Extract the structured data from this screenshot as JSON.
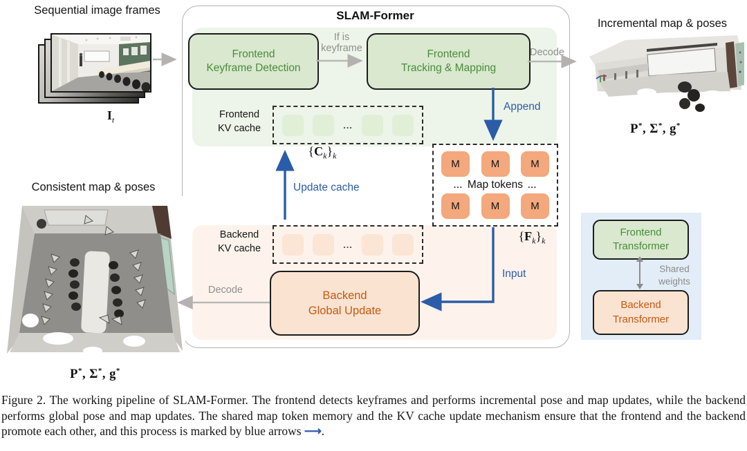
{
  "colors": {
    "green_module_fill": "#d9e8cf",
    "green_text": "#4a8c3a",
    "frontend_region_bg": "#edf4e9",
    "backend_region_bg": "#fdf3ec",
    "orange_module_fill": "#fbe3d2",
    "orange_text": "#c55a11",
    "map_token_fill": "#f3a87d",
    "frontend_kv_token_fill": "#e1efd7",
    "backend_kv_token_fill": "#fbe5d5",
    "blue_arrow": "#2b5ca8",
    "gray_arrow": "#b3b2b0",
    "legend_bg": "#e2edf7"
  },
  "header": {
    "title": "SLAM-Former"
  },
  "left_panel": {
    "seq_frames_label": "Sequential image frames",
    "consistent_label": "Consistent map & poses"
  },
  "right_panel": {
    "incremental_label": "Incremental map & poses"
  },
  "frontend": {
    "keyframe_detection": "Frontend\nKeyframe Detection",
    "tracking_mapping": "Frontend\nTracking & Mapping",
    "kv_cache_label": "Frontend\nKV cache"
  },
  "backend": {
    "global_update": "Backend\nGlobal Update",
    "kv_cache_label": "Backend\nKV cache"
  },
  "map_tokens": {
    "token": "M",
    "label": "Map tokens",
    "dots": "..."
  },
  "kv": {
    "dots": "..."
  },
  "edges": {
    "if_keyframe": "If is\nkeyframe",
    "decode": "Decode",
    "append": "Append",
    "input": "Input",
    "update_cache": "Update cache"
  },
  "legend": {
    "frontend_transformer": "Frontend\nTransformer",
    "backend_transformer": "Backend\nTransformer",
    "shared_weights": "Shared\nweights"
  },
  "formulas": {
    "it": {
      "sym": "I",
      "sub": "t"
    },
    "ck": {
      "open": "{",
      "sym": "C",
      "sub": "k",
      "close": "}",
      "outer_sub": "k"
    },
    "fk": {
      "open": "{",
      "sym": "F",
      "sub": "k",
      "close": "}",
      "outer_sub": "k"
    },
    "poses": {
      "p": "P",
      "sigma": "Σ",
      "g": "g",
      "sup": "*",
      "sep": ", "
    }
  },
  "caption": {
    "text": "Figure 2. The working pipeline of SLAM-Former. The frontend detects keyframes and performs incremental pose and map updates, while the backend performs global pose and map updates. The shared map token memory and the KV cache update mechanism ensure that the frontend and the backend promote each other, and this process is marked by blue arrows ",
    "arrow": "⟶",
    "period": "."
  }
}
